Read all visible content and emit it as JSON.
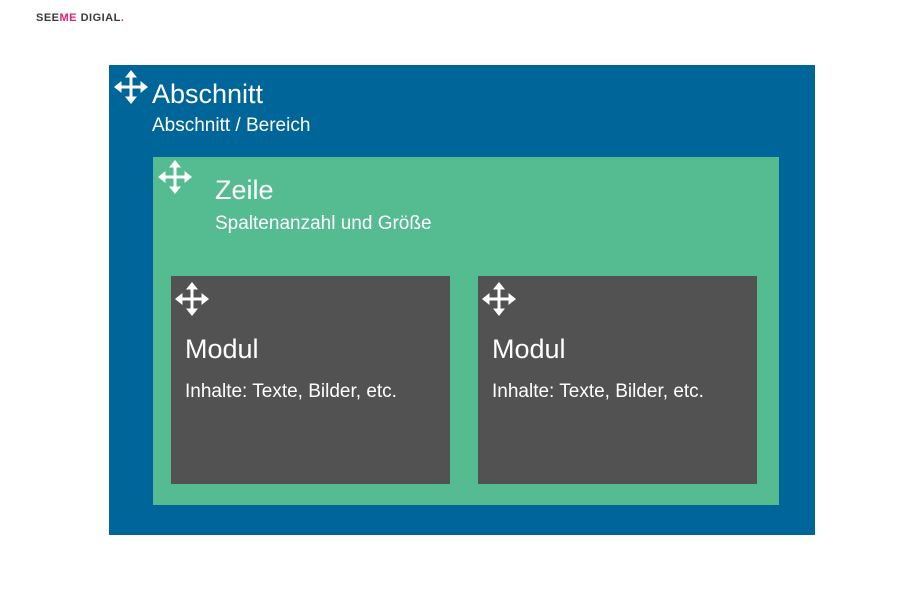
{
  "logo": {
    "part1": "SEE",
    "part2": "ME",
    "part3": " DIGIAL",
    "part4": "."
  },
  "section": {
    "title": "Abschnitt",
    "subtitle": "Abschnitt / Bereich",
    "icon": "move-icon",
    "color": "#006699"
  },
  "row": {
    "title": "Zeile",
    "subtitle": "Spaltenanzahl und Größe",
    "icon": "move-icon",
    "color": "#55bb91"
  },
  "modules": [
    {
      "title": "Modul",
      "subtitle": "Inhalte: Texte, Bilder, etc.",
      "icon": "move-icon",
      "color": "#525252"
    },
    {
      "title": "Modul",
      "subtitle": "Inhalte: Texte, Bilder, etc.",
      "icon": "move-icon",
      "color": "#525252"
    }
  ]
}
